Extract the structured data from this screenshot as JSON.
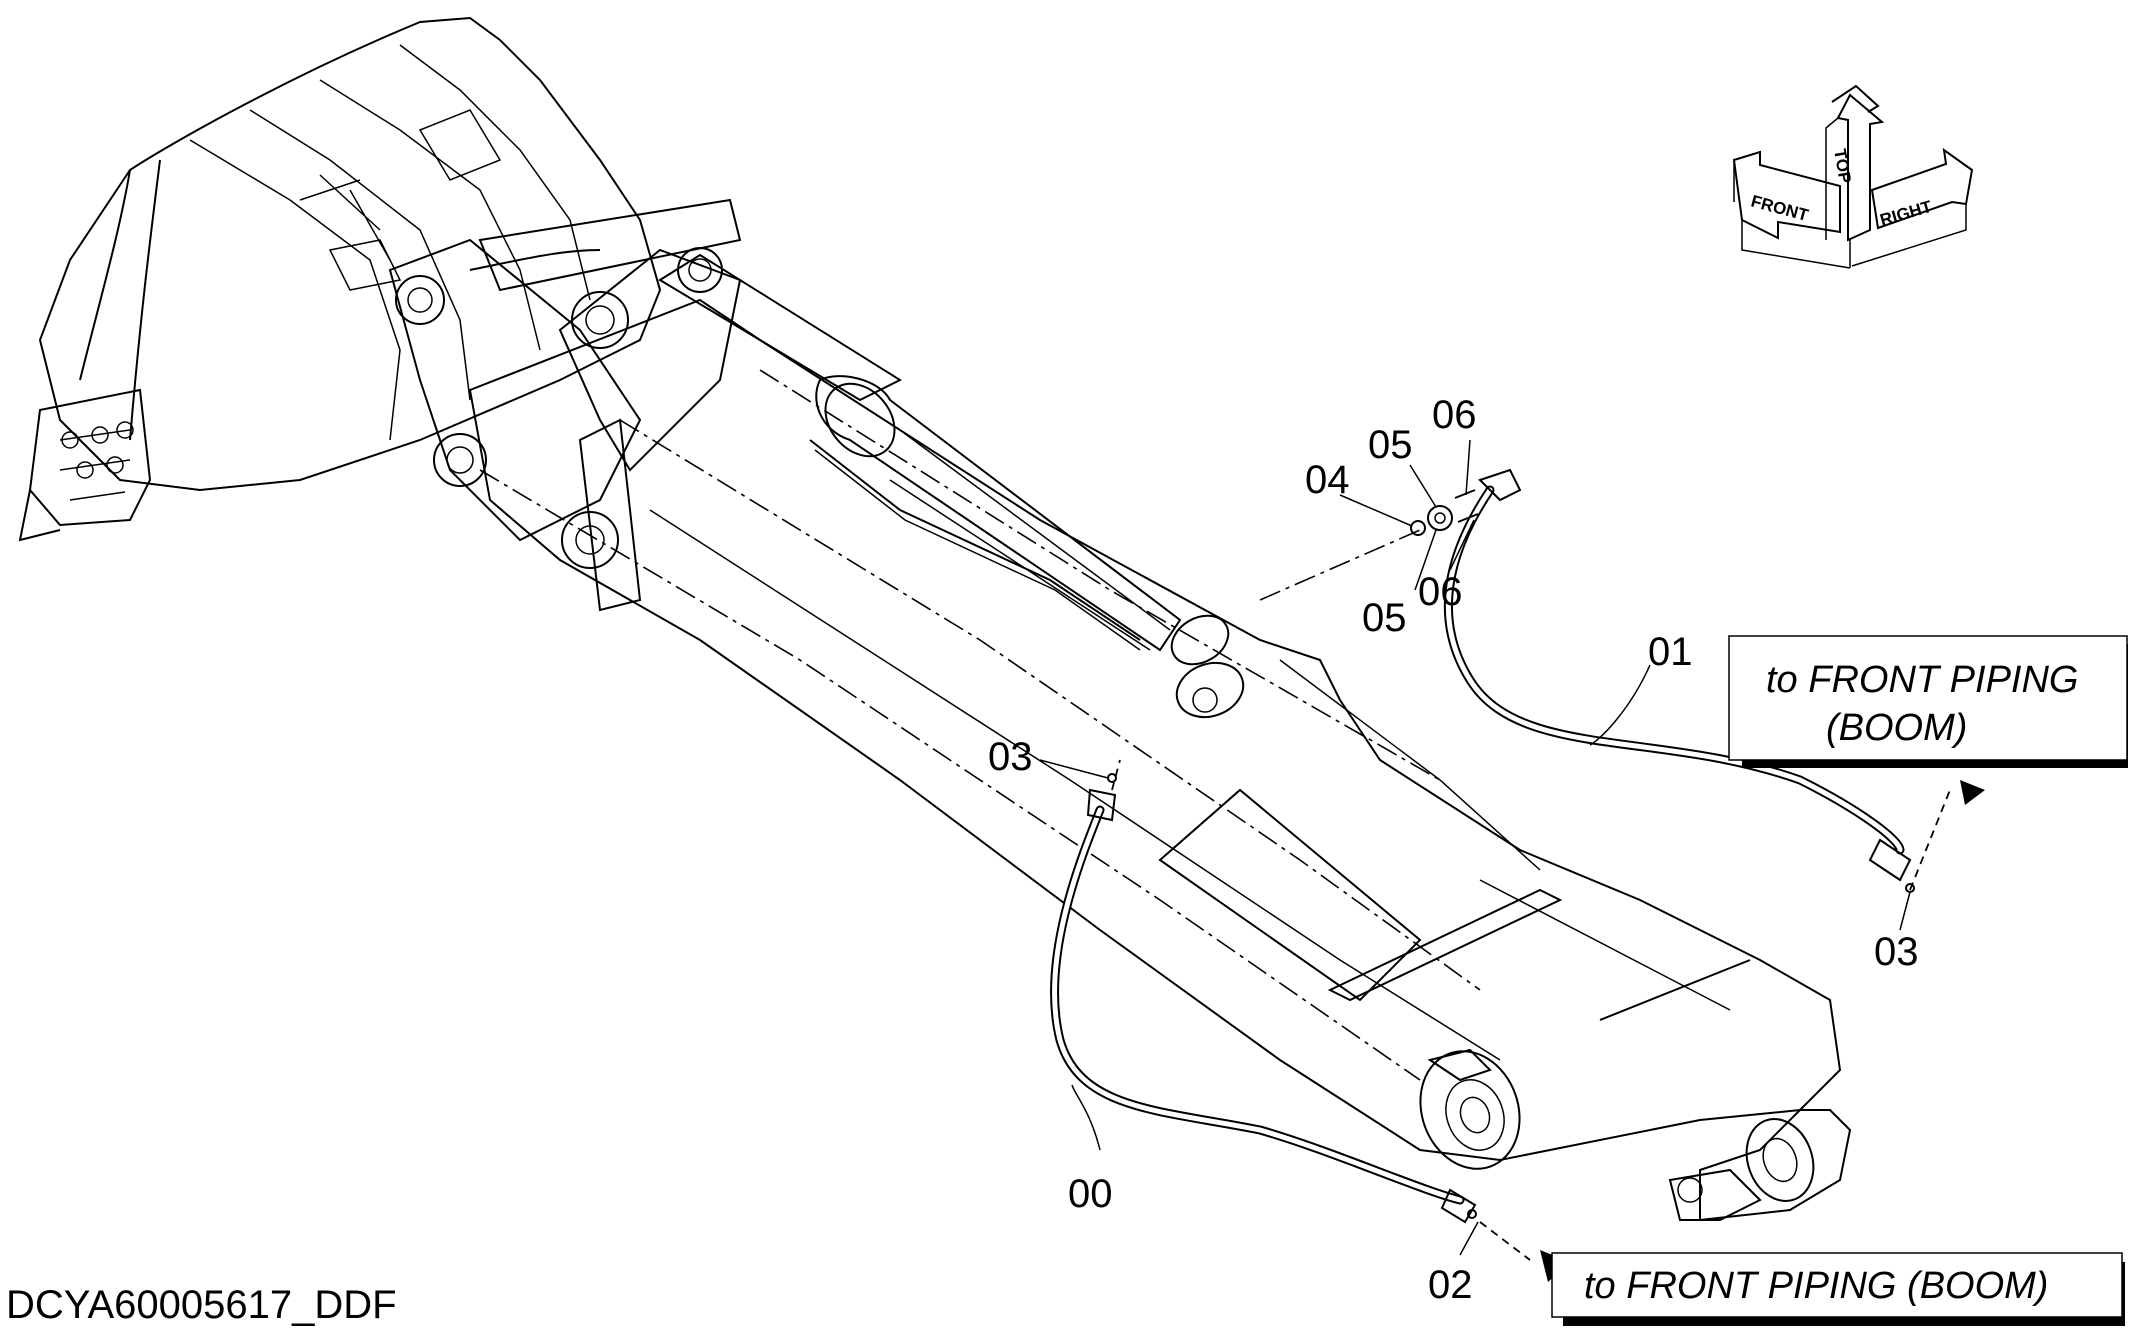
{
  "drawing_code": "DCYA60005617_DDF",
  "callouts": {
    "hose_top": "01",
    "hose_bottom": "00",
    "fitting_bottom": "02",
    "fitting_left": "03",
    "fitting_right": "03",
    "oring": "04",
    "clamp_upper": "05",
    "clamp_lower": "05",
    "bolt_upper": "06",
    "bolt_lower": "06"
  },
  "destination_boxes": {
    "upper_line1": "to FRONT PIPING",
    "upper_line2": "(BOOM)",
    "lower": "to FRONT PIPING (BOOM)"
  },
  "orientation_indicator": {
    "front": "FRONT",
    "top": "TOP",
    "right": "RIGHT"
  }
}
